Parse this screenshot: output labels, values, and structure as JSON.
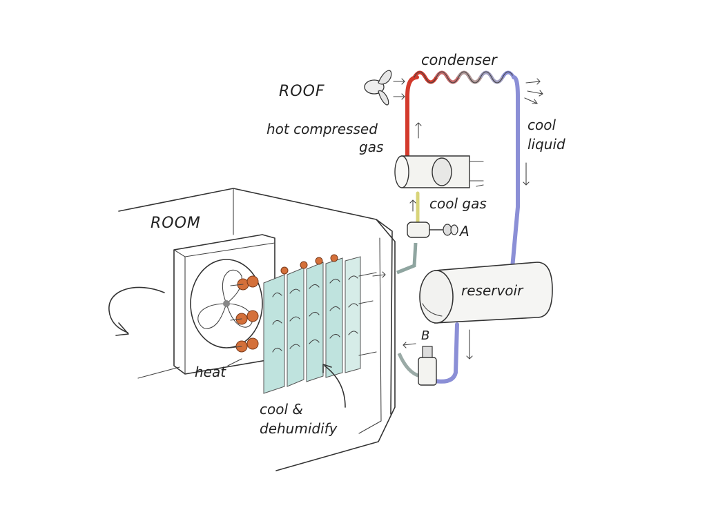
{
  "labels": {
    "roof": "ROOF",
    "room": "ROOM",
    "condenser": "condenser",
    "hot_gas_line1": "hot compressed",
    "hot_gas_line2": "gas",
    "cool_liquid_line1": "cool",
    "cool_liquid_line2": "liquid",
    "cool_gas": "cool gas",
    "valve_a": "A",
    "valve_b": "B",
    "reservoir": "reservoir",
    "heat": "heat",
    "cool_dehumidify_line1": "cool &",
    "cool_dehumidify_line2": "dehumidify"
  },
  "colors": {
    "hot_pipe": "#d33a2c",
    "cool_liquid_pipe": "#8b8fd6",
    "cool_gas_pipe": "#d8d47a",
    "evaporator_fins": "#bfe3de",
    "copper_bolts": "#d4703a",
    "ink": "#333333"
  }
}
